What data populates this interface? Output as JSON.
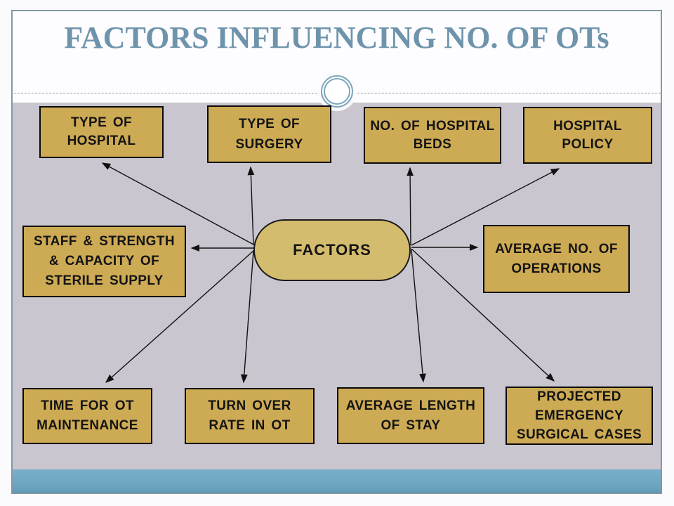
{
  "slide": {
    "title": "FACTORS INFLUENCING NO. OF OTs"
  },
  "diagram": {
    "center": {
      "id": "factors",
      "label": "FACTORS"
    },
    "nodes": [
      {
        "id": "type-of-hospital",
        "label": "TYPE OF\nHOSPITAL"
      },
      {
        "id": "type-of-surgery",
        "label": "TYPE OF\nSURGERY"
      },
      {
        "id": "no-of-hospital-beds",
        "label": "NO. OF HOSPITAL\nBEDS"
      },
      {
        "id": "hospital-policy",
        "label": "HOSPITAL\nPOLICY"
      },
      {
        "id": "staff-strength-capacity",
        "label": "STAFF & STRENGTH\n& CAPACITY OF\nSTERILE SUPPLY"
      },
      {
        "id": "average-no-of-operations",
        "label": "AVERAGE NO. OF\nOPERATIONS"
      },
      {
        "id": "time-for-ot-maintenance",
        "label": "TIME FOR OT\nMAINTENANCE"
      },
      {
        "id": "turn-over-rate-in-ot",
        "label": "TURN OVER\nRATE IN OT"
      },
      {
        "id": "average-length-of-stay",
        "label": "AVERAGE LENGTH\nOF STAY"
      },
      {
        "id": "projected-emergency-surgical-cases",
        "label": "PROJECTED\nEMERGENCY\nSURGICAL CASES"
      }
    ]
  },
  "colors": {
    "page_bg": "#FBFAFC",
    "slide_border": "#8497A5",
    "header_bg": "#FDFCFE",
    "title_text": "#6E94AC",
    "body_bg": "#C9C6CF",
    "node_fill": "#CDAA54",
    "center_fill": "#D4BC6E",
    "node_border": "#0A0A0A",
    "footer_bar": "#6FA8C3",
    "arrow": "#111111",
    "ornament_ring": "#7BA6BC"
  }
}
